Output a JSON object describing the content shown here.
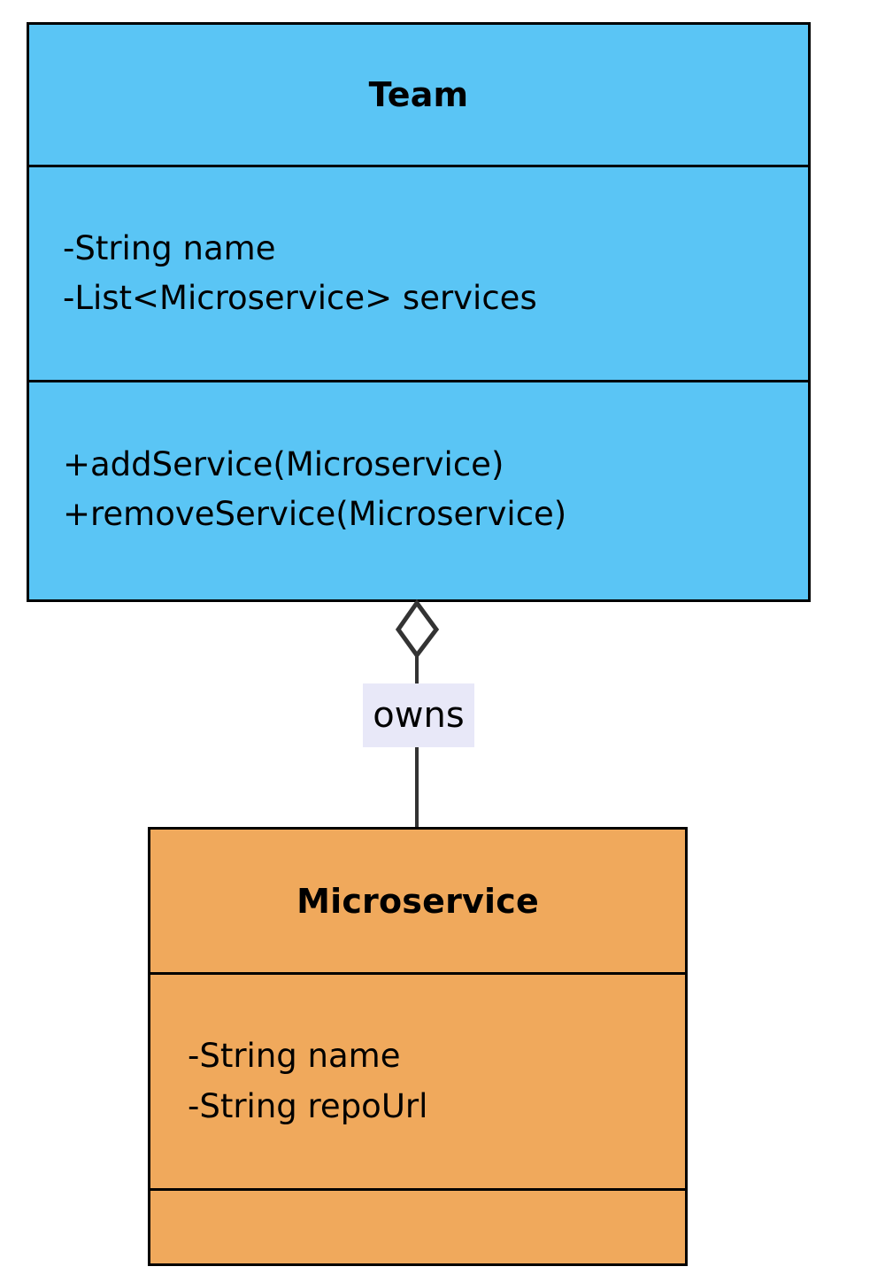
{
  "diagram": {
    "type": "uml-class-diagram",
    "background_color": "#ffffff",
    "classes": [
      {
        "id": "team",
        "name": "Team",
        "fill_color": "#5ac5f5",
        "border_color": "#000000",
        "attributes": [
          "-String name",
          "-List<Microservice> services"
        ],
        "methods": [
          "+addService(Microservice)",
          "+removeService(Microservice)"
        ]
      },
      {
        "id": "microservice",
        "name": "Microservice",
        "fill_color": "#f0a95c",
        "border_color": "#000000",
        "attributes": [
          "-String name",
          "-String repoUrl"
        ],
        "methods": []
      }
    ],
    "relationships": [
      {
        "id": "owns",
        "label": "owns",
        "kind": "aggregation",
        "marker": "hollow-diamond",
        "from": "Team",
        "to": "Microservice",
        "label_background": "#e8e8f8",
        "line_color": "#333333"
      }
    ]
  }
}
